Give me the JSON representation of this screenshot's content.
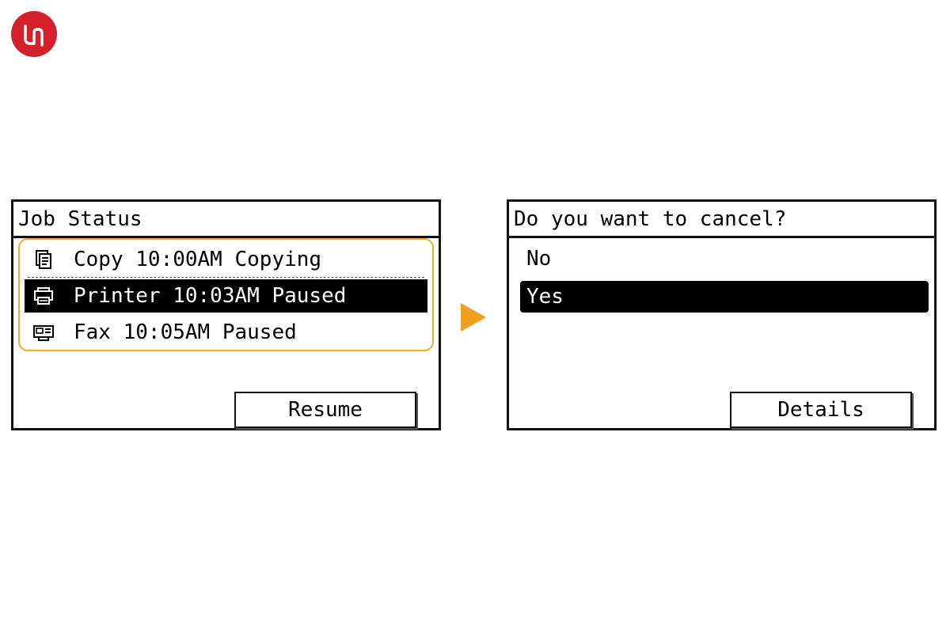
{
  "left_panel": {
    "title": "Job Status",
    "jobs": [
      {
        "icon": "copy-icon",
        "label": "Copy 10:00AM Copying",
        "selected": false
      },
      {
        "icon": "printer-icon",
        "label": "Printer 10:03AM Paused",
        "selected": true
      },
      {
        "icon": "fax-icon",
        "label": "Fax 10:05AM Paused",
        "selected": false
      }
    ],
    "resume_label": "Resume"
  },
  "right_panel": {
    "title": "Do you want to cancel?",
    "options": [
      {
        "label": "No",
        "selected": false
      },
      {
        "label": "Yes",
        "selected": true
      }
    ],
    "details_label": "Details"
  },
  "colors": {
    "highlight_border": "#f0a830",
    "arrow": "#f0a020",
    "logo": "#d4202a"
  }
}
